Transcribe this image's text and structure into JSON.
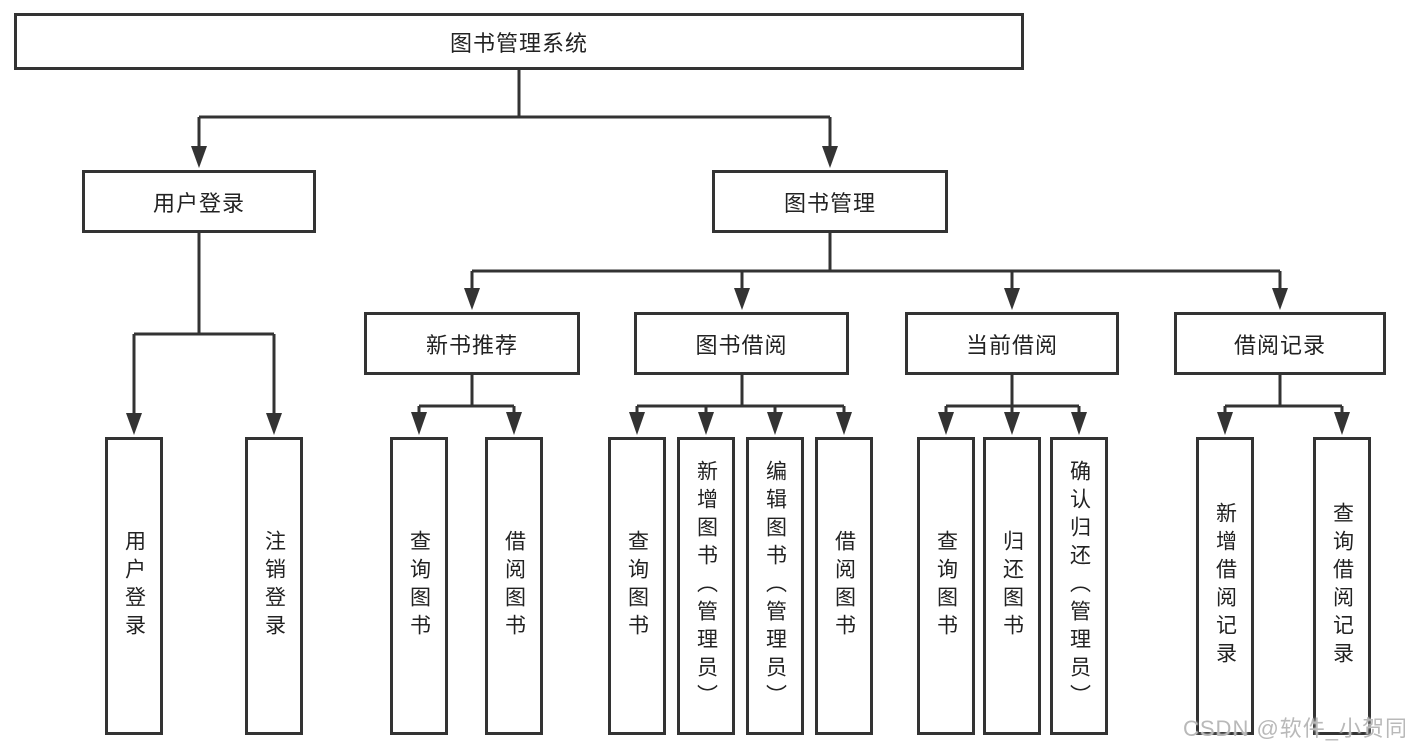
{
  "diagram": {
    "root": {
      "label": "图书管理系统",
      "children": [
        {
          "label": "用户登录",
          "children": [
            {
              "label": "用户登录"
            },
            {
              "label": "注销登录"
            }
          ]
        },
        {
          "label": "图书管理",
          "children": [
            {
              "label": "新书推荐",
              "children": [
                {
                  "label": "查询图书"
                },
                {
                  "label": "借阅图书"
                }
              ]
            },
            {
              "label": "图书借阅",
              "children": [
                {
                  "label": "查询图书"
                },
                {
                  "label": "新增图书（管理员）"
                },
                {
                  "label": "编辑图书（管理员）"
                },
                {
                  "label": "借阅图书"
                }
              ]
            },
            {
              "label": "当前借阅",
              "children": [
                {
                  "label": "查询图书"
                },
                {
                  "label": "归还图书"
                },
                {
                  "label": "确认归还（管理员）"
                }
              ]
            },
            {
              "label": "借阅记录",
              "children": [
                {
                  "label": "新增借阅记录"
                },
                {
                  "label": "查询借阅记录"
                }
              ]
            }
          ]
        }
      ]
    }
  },
  "watermark": {
    "text": "CSDN @软件_小贺同学"
  },
  "colors": {
    "line": "#333333",
    "box_border": "#333333",
    "text": "#222222",
    "watermark": "#b9b9b9",
    "background": "#ffffff"
  }
}
